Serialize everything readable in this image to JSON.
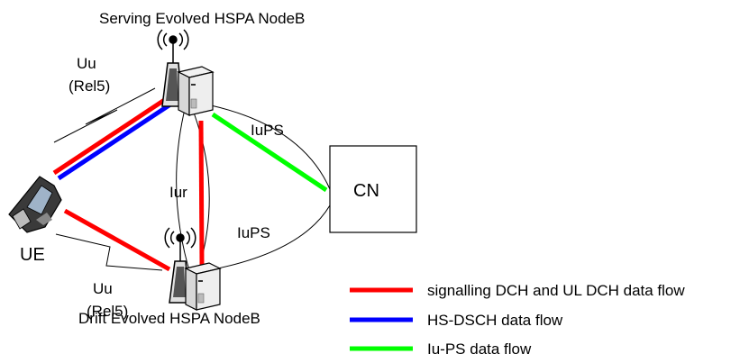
{
  "nodes": {
    "serving": "Serving Evolved HSPA NodeB",
    "drift": "Drift Evolved HSPA NodeB",
    "cn": "CN",
    "ue": "UE"
  },
  "interfaces": {
    "uu_top": "Uu",
    "rel5_top": "(Rel5)",
    "uu_bottom": "Uu",
    "rel5_bottom": "(Rel5)",
    "iur": "Iur",
    "iups_top": "IuPS",
    "iups_bottom": "IuPS"
  },
  "legend": [
    {
      "label": "signalling DCH and UL DCH data flow",
      "color": "#ff0000"
    },
    {
      "label": "HS-DSCH data flow",
      "color": "#0000ff"
    },
    {
      "label": "Iu-PS data flow",
      "color": "#00ff00"
    }
  ]
}
